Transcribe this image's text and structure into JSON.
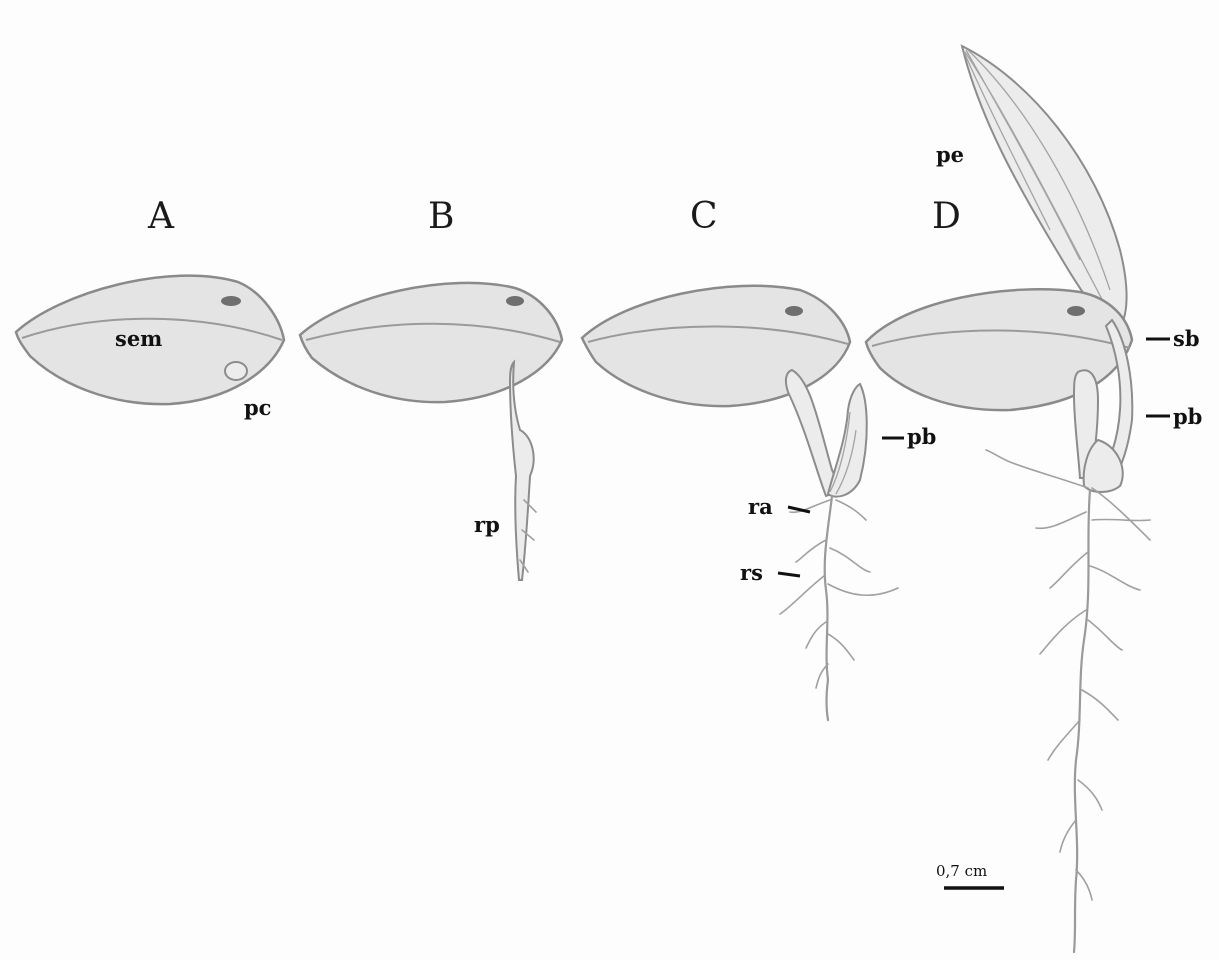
{
  "stages": {
    "a": {
      "letter": "A",
      "labels": {
        "sem": "sem",
        "pc": "pc"
      }
    },
    "b": {
      "letter": "B",
      "labels": {
        "rp": "rp"
      }
    },
    "c": {
      "letter": "C",
      "labels": {
        "pb": "pb",
        "ra": "ra",
        "rs": "rs"
      }
    },
    "d": {
      "letter": "D",
      "labels": {
        "pe": "pe",
        "sb": "sb",
        "pb": "pb"
      }
    }
  },
  "scale_bar": {
    "label": "0,7 cm"
  }
}
